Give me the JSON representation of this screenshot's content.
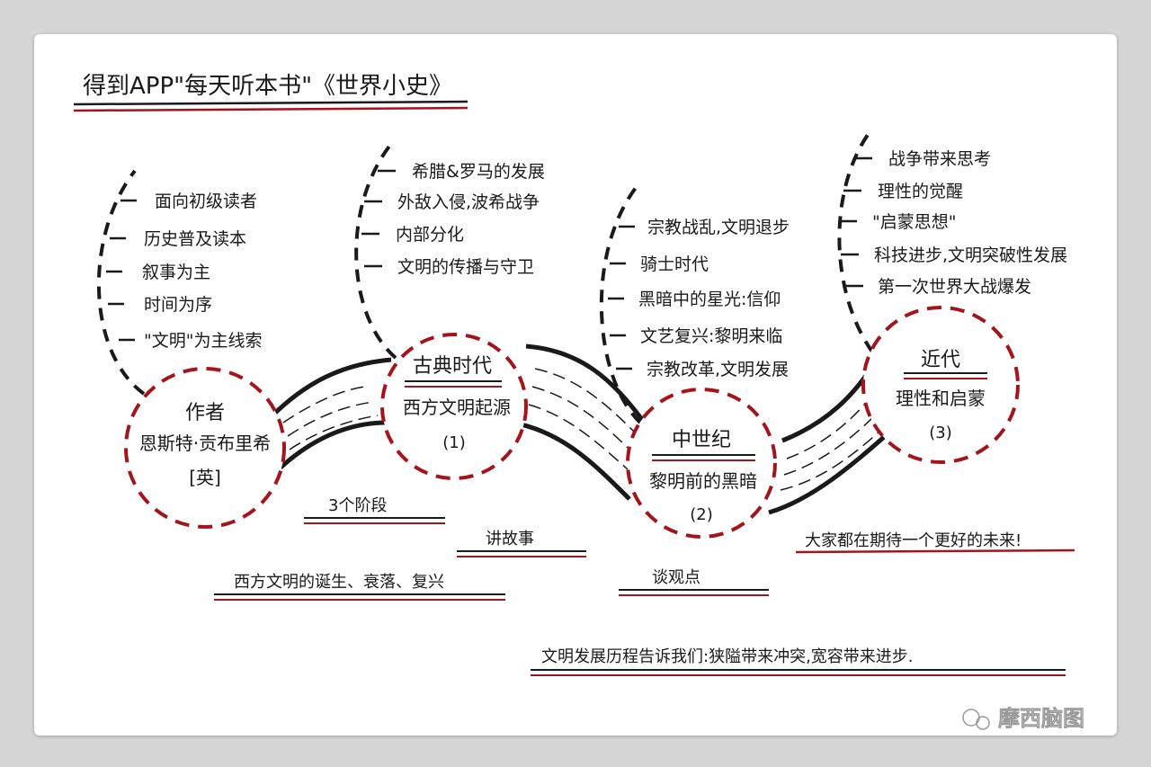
{
  "title": "得到APP\"每天听本书\"《世界小史》",
  "author": {
    "title": "作者",
    "name": "恩斯特·贡布里希",
    "nationality": "[英]",
    "branches": [
      "面向初级读者",
      "历史普及读本",
      "叙事为主",
      "时间为序",
      "\"文明\"为主线索"
    ]
  },
  "classical": {
    "title": "古典时代",
    "subtitle": "西方文明起源",
    "number": "(1)",
    "branches": [
      "希腊&罗马的发展",
      "外敌入侵,波希战争",
      "内部分化",
      "文明的传播与守卫"
    ]
  },
  "medieval": {
    "title": "中世纪",
    "subtitle": "黎明前的黑暗",
    "number": "(2)",
    "branches": [
      "宗教战乱,文明退步",
      "骑士时代",
      "黑暗中的星光:信仰",
      "文艺复兴:黎明来临",
      "宗教改革,文明发展"
    ]
  },
  "modern": {
    "title": "近代",
    "subtitle": "理性和启蒙",
    "number": "(3)",
    "branches": [
      "战争带来思考",
      "理性的觉醒",
      "\"启蒙思想\"",
      "科技进步,文明突破性发展",
      "第一次世界大战爆发"
    ]
  },
  "labels": {
    "three_stages": "3个阶段",
    "storytelling": "讲故事",
    "western_civ": "西方文明的诞生、衰落、复兴",
    "opinions": "谈观点",
    "future": "大家都在期待一个更好的未来!",
    "conclusion": "文明发展历程告诉我们:狭隘带来冲突,宽容带来进步."
  },
  "watermark": "摩西脑图",
  "colors": {
    "accent": "#a3151d",
    "ink": "#1a1a1a"
  }
}
